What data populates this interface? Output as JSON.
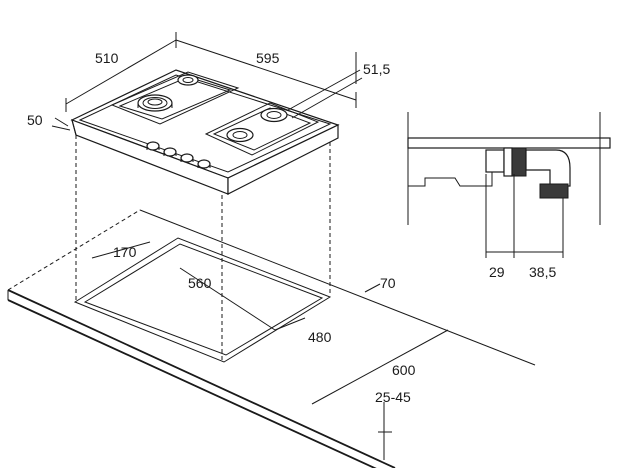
{
  "diagram": {
    "labels": {
      "hob_depth": "510",
      "hob_width": "595",
      "hob_height": "51,5",
      "hob_below_top": "50",
      "cutout_front_offset": "170",
      "cutout_width": "560",
      "cutout_depth": "480",
      "rear_clearance": "70",
      "counter_depth": "600",
      "counter_thickness": "25-45",
      "gas_offset": "29",
      "gas_connector": "38,5"
    }
  }
}
